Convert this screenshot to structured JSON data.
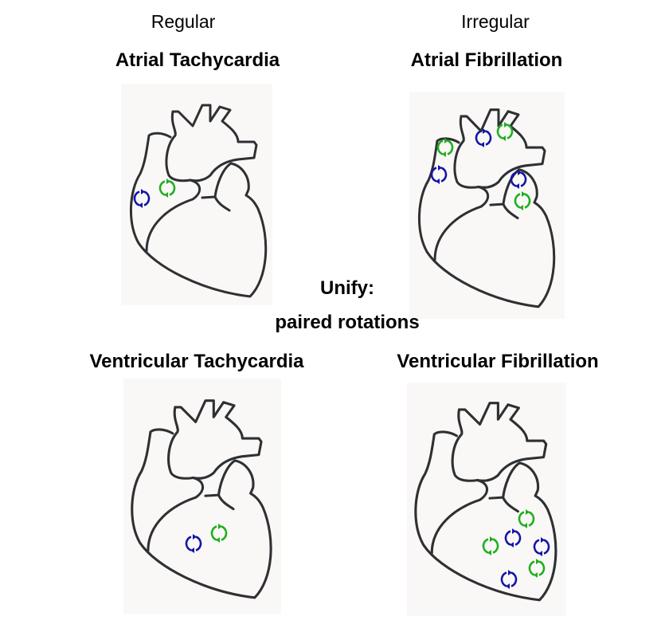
{
  "columns": {
    "left": "Regular",
    "right": "Irregular"
  },
  "panels": [
    {
      "title": "Atrial Tachycardia",
      "rotor_count": 2
    },
    {
      "title": "Atrial Fibrillation",
      "rotor_count": 6
    },
    {
      "title": "Ventricular Tachycardia",
      "rotor_count": 2
    },
    {
      "title": "Ventricular Fibrillation",
      "rotor_count": 6
    }
  ],
  "center": {
    "line1": "Unify:",
    "line2": "paired rotations"
  },
  "colors": {
    "rotor_blue": "#1414a8",
    "rotor_green": "#1fae1f",
    "outline": "#2e3033",
    "panel_bg": "#f9f8f6"
  }
}
